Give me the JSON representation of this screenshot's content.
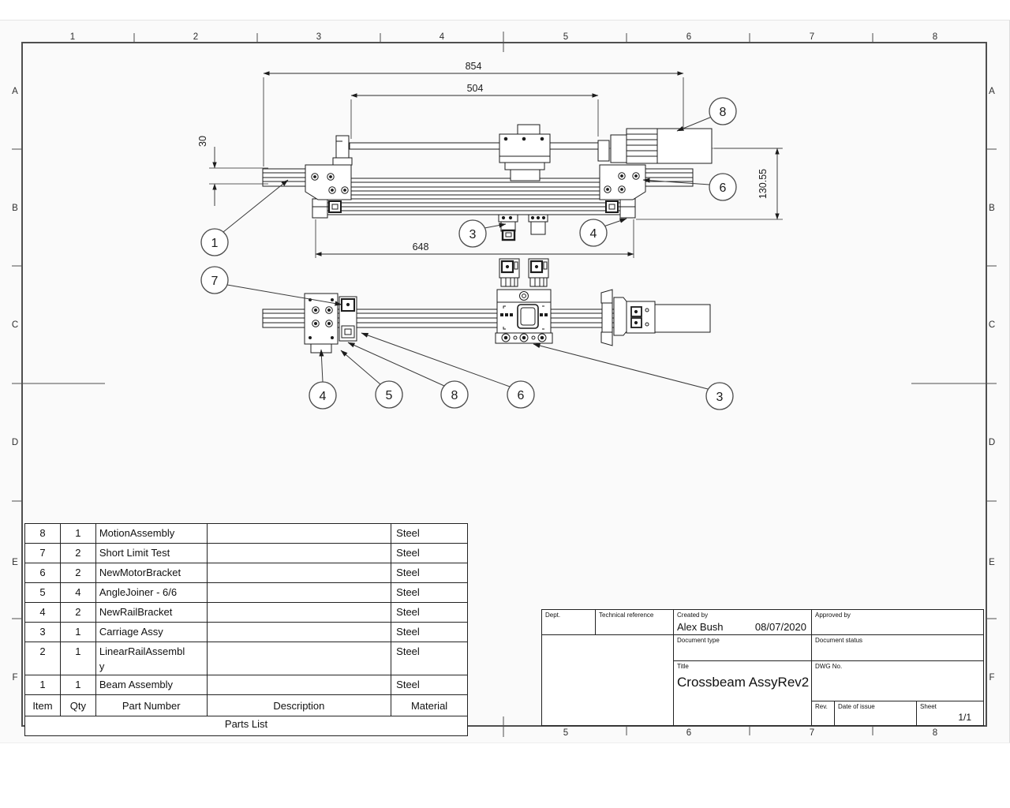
{
  "sheet_grid": {
    "columns": [
      "1",
      "2",
      "3",
      "4",
      "5",
      "6",
      "7",
      "8"
    ],
    "rows": [
      "A",
      "B",
      "C",
      "D",
      "E",
      "F"
    ]
  },
  "dimensions": {
    "overall_length": "854",
    "screw_length": "504",
    "beam_length": "648",
    "rail_offset": "30",
    "assembly_height": "130.55"
  },
  "balloons": {
    "top_view": [
      "1",
      "3",
      "4",
      "6",
      "8"
    ],
    "bottom_view": [
      "7",
      "4",
      "5",
      "8",
      "6",
      "3"
    ]
  },
  "parts_list": {
    "title": "Parts List",
    "headers": [
      "Item",
      "Qty",
      "Part Number",
      "Description",
      "Material"
    ],
    "rows": [
      {
        "item": "8",
        "qty": "1",
        "part_number": "MotionAssembly",
        "description": "",
        "material": "Steel"
      },
      {
        "item": "7",
        "qty": "2",
        "part_number": "Short Limit Test",
        "description": "",
        "material": "Steel"
      },
      {
        "item": "6",
        "qty": "2",
        "part_number": "NewMotorBracket",
        "description": "",
        "material": "Steel"
      },
      {
        "item": "5",
        "qty": "4",
        "part_number": "AngleJoiner - 6/6",
        "description": "",
        "material": "Steel"
      },
      {
        "item": "4",
        "qty": "2",
        "part_number": "NewRailBracket",
        "description": "",
        "material": "Steel"
      },
      {
        "item": "3",
        "qty": "1",
        "part_number": "Carriage Assy",
        "description": "",
        "material": "Steel"
      },
      {
        "item": "2",
        "qty": "1",
        "part_number": "LinearRailAssembly",
        "description": "",
        "material": "Steel"
      },
      {
        "item": "1",
        "qty": "1",
        "part_number": "Beam Assembly",
        "description": "",
        "material": "Steel"
      }
    ]
  },
  "title_block": {
    "dept_label": "Dept.",
    "technical_reference_label": "Technical reference",
    "created_by_label": "Created by",
    "approved_by_label": "Approved by",
    "document_type_label": "Document type",
    "document_status_label": "Document status",
    "title_label": "Title",
    "dwg_no_label": "DWG No.",
    "rev_label": "Rev.",
    "date_of_issue_label": "Date of issue",
    "sheet_label": "Sheet",
    "created_by": "Alex Bush",
    "created_date": "08/07/2020",
    "title": "Crossbeam AssyRev2",
    "sheet": "1/1"
  }
}
